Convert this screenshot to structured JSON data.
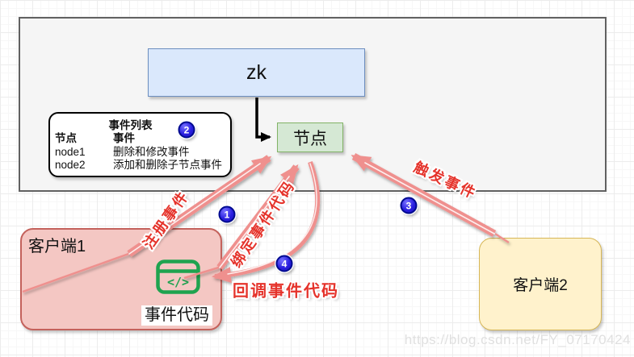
{
  "diagram": {
    "zk": {
      "label": "zk"
    },
    "node": {
      "label": "节点"
    },
    "event_list": {
      "title": "事件列表",
      "columns": [
        "节点",
        "事件"
      ],
      "rows": [
        [
          "node1",
          "删除和修改事件"
        ],
        [
          "node2",
          "添加和删除子节点事件"
        ]
      ]
    },
    "client1": {
      "label": "客户端1",
      "code_label": "事件代码",
      "code_icon_glyph": "</>"
    },
    "client2": {
      "label": "客户端2"
    },
    "flows": {
      "register": {
        "step": "1",
        "label": "注册事件"
      },
      "event_list_badge": {
        "step": "2"
      },
      "trigger": {
        "step": "3",
        "label": "触发事件"
      },
      "bind": {
        "label": "绑定事件代码"
      },
      "callback": {
        "step": "4",
        "label": "回调事件代码"
      }
    },
    "colors": {
      "arrow_salmon": "#ef908e",
      "badge_blue": "#2a1fe0",
      "flow_label_red": "#e5332b",
      "zk_fill": "#dae8fc",
      "zk_stroke": "#6c8ebf",
      "node_fill": "#d5e8d4",
      "node_stroke": "#82b366",
      "client1_fill": "#f4c7c3",
      "client1_stroke": "#c4625c",
      "client2_fill": "#fff2cc",
      "client2_stroke": "#d6b656",
      "container_fill": "#f5f5f5",
      "icon_green": "#1fa34f"
    }
  },
  "page": {
    "watermark": "https://blog.csdn.net/FY_07170424"
  }
}
